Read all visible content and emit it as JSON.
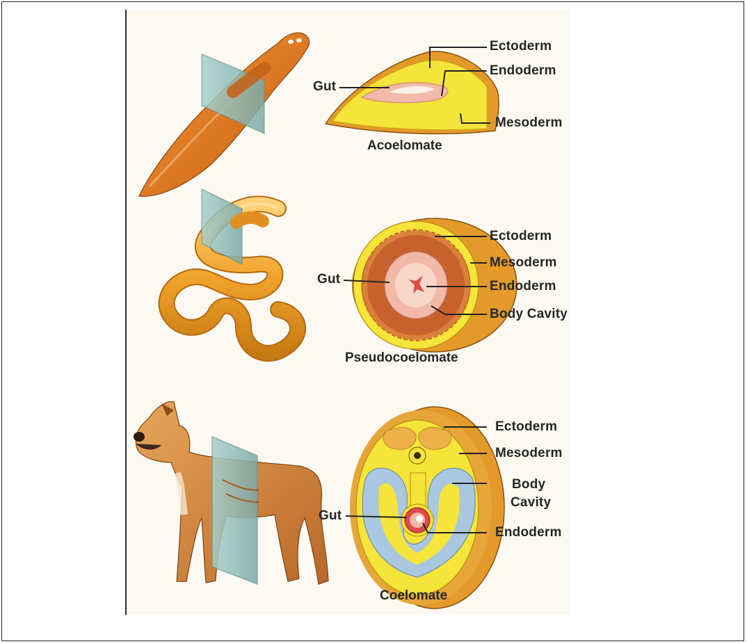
{
  "panels": [
    {
      "id": "acoelomate",
      "caption": "Acoelomate",
      "labels": {
        "ectoderm": "Ectoderm",
        "endoderm": "Endoderm",
        "mesoderm": "Mesoderm",
        "gut": "Gut"
      }
    },
    {
      "id": "pseudocoelomate",
      "caption": "Pseudocoelomate",
      "labels": {
        "ectoderm": "Ectoderm",
        "mesoderm": "Mesoderm",
        "endoderm": "Endoderm",
        "body_cavity": "Body Cavity",
        "gut": "Gut"
      }
    },
    {
      "id": "coelomate",
      "caption": "Coelomate",
      "labels": {
        "ectoderm": "Ectoderm",
        "mesoderm": "Mesoderm",
        "body_cavity_1": "Body",
        "body_cavity_2": "Cavity",
        "endoderm": "Endoderm",
        "gut": "Gut"
      }
    }
  ],
  "colors": {
    "ectoderm": "#e39a2a",
    "mesoderm": "#f5e43a",
    "endoderm": "#f2b9a8",
    "gut": "#e04a4a",
    "body_cavity": "#a9c7df",
    "plane": "#8fb9b6",
    "flatworm": "#d9741f",
    "roundworm": "#f0a22a",
    "dog": "#d98a3c"
  }
}
